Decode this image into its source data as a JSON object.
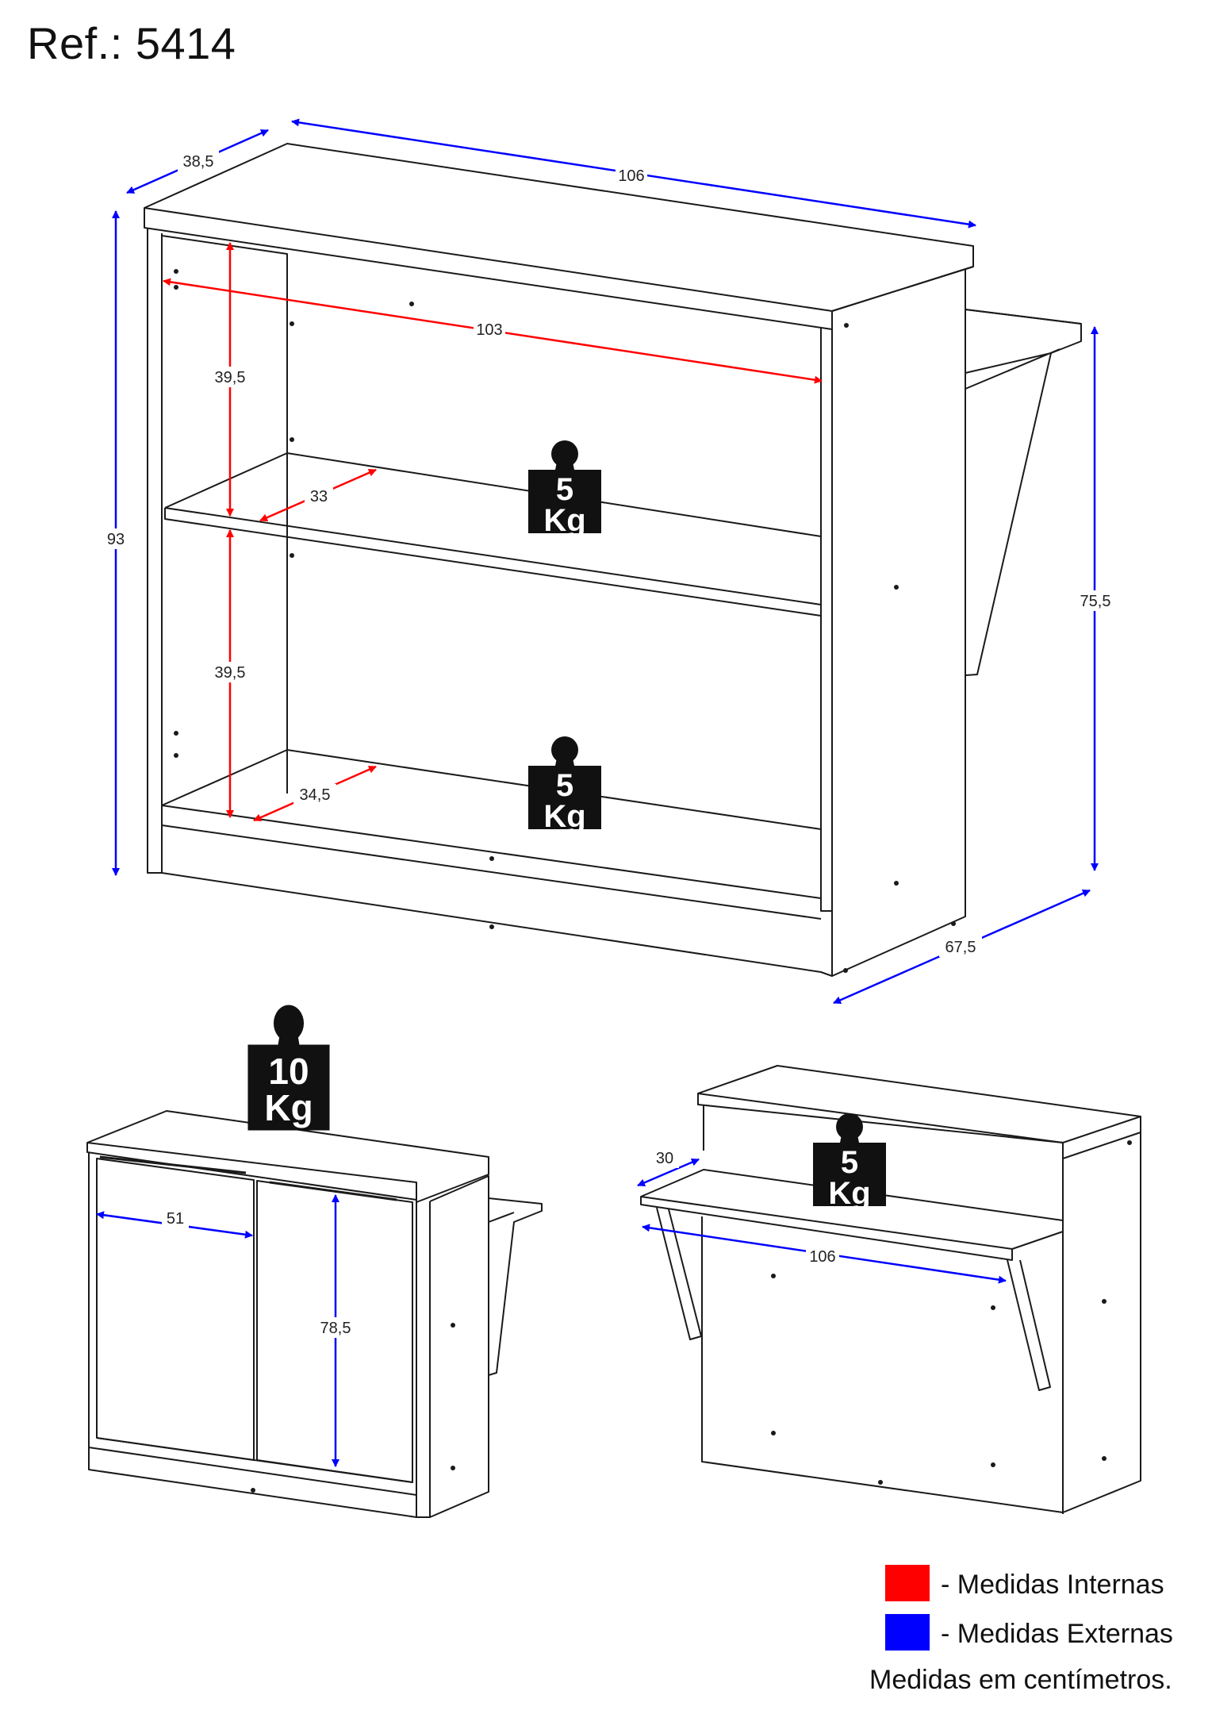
{
  "ref": "Ref.: 5414",
  "colors": {
    "internal": "#ff0000",
    "external": "#0000ff",
    "line": "#1a1a1a",
    "weight": "#111111"
  },
  "dimensions": {
    "top_view": {
      "depth_top": "38,5",
      "width_top": "106",
      "height_total": "93",
      "inner_width": "103",
      "shelf_gap_upper": "39,5",
      "shelf_gap_lower": "39,5",
      "shelf_depth_upper": "33",
      "shelf_depth_lower": "34,5",
      "counter_height": "75,5",
      "total_depth": "67,5"
    },
    "front_view": {
      "door_width": "51",
      "door_height": "78,5"
    },
    "back_view": {
      "counter_depth": "30",
      "counter_width": "106"
    }
  },
  "weights": {
    "upper_shelf": {
      "value": "5",
      "unit": "Kg"
    },
    "lower_shelf": {
      "value": "5",
      "unit": "Kg"
    },
    "top_front": {
      "value": "10",
      "unit": "Kg"
    },
    "counter_back": {
      "value": "5",
      "unit": "Kg"
    }
  },
  "legend": [
    {
      "label": "- Medidas Internas",
      "color": "#ff0000"
    },
    {
      "label": "- Medidas Externas",
      "color": "#0000ff"
    }
  ],
  "units_note": "Medidas em centímetros."
}
